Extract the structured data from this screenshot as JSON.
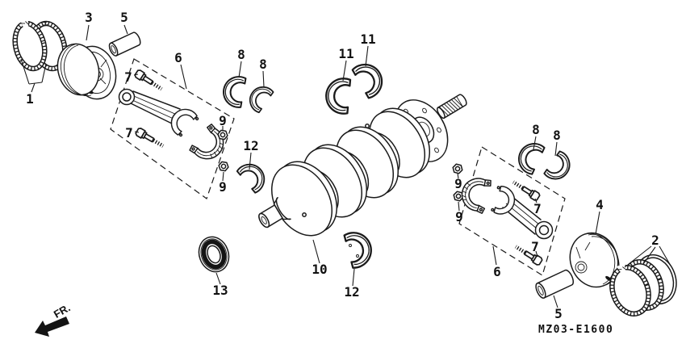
{
  "diagram": {
    "code": "MZ03-E1600",
    "front_label": "FR.",
    "callouts": [
      "3",
      "5",
      "1",
      "6",
      "7",
      "7",
      "9",
      "9",
      "8",
      "8",
      "12",
      "11",
      "11",
      "10",
      "12",
      "13",
      "8",
      "8",
      "9",
      "9",
      "7",
      "7",
      "6",
      "4",
      "2",
      "5"
    ]
  }
}
